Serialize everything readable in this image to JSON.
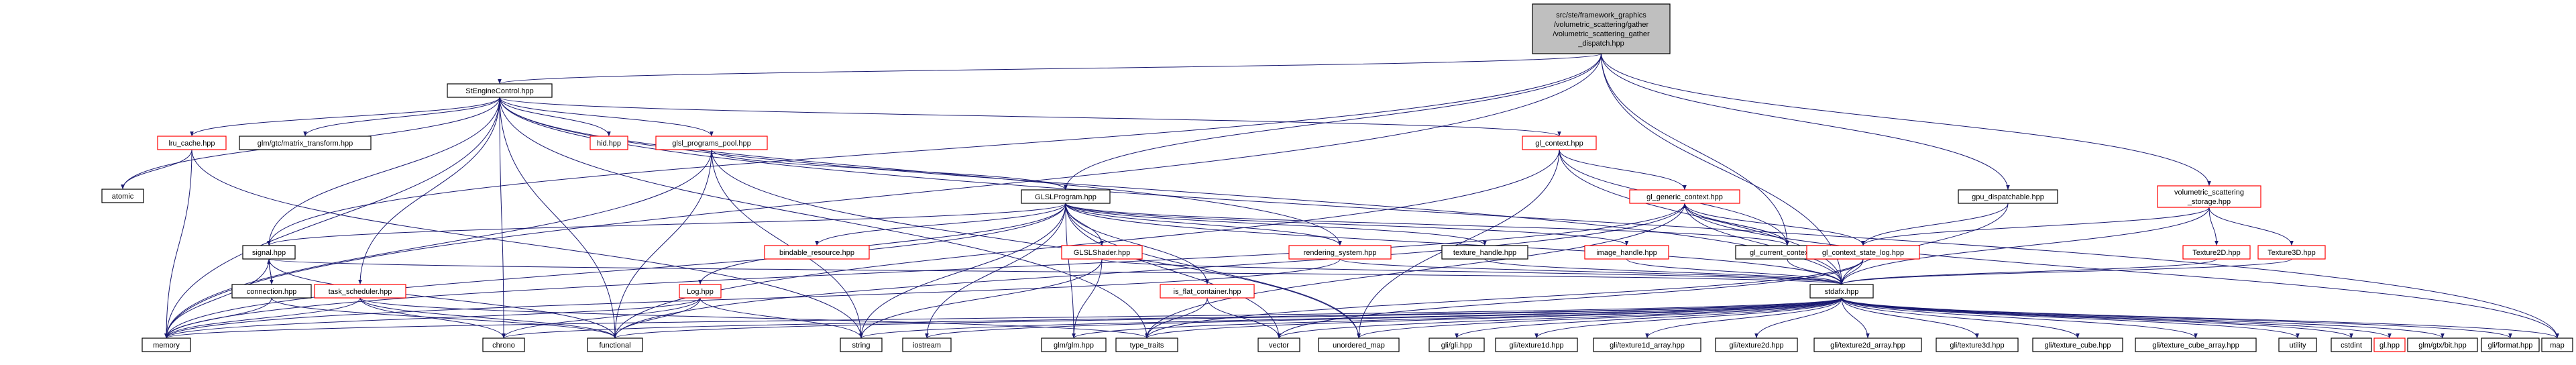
{
  "colors": {
    "edge": "#191970",
    "node_border_black": "#000000",
    "node_border_red": "#ff0000",
    "root_fill": "#bfbfbf",
    "node_fill": "#ffffff"
  },
  "nodes": [
    {
      "id": "root",
      "lines": [
        "src/ste/framework_graphics",
        "/volumetric_scattering/gather",
        "/volumetric_scattering_gather",
        "_dispatch.hpp"
      ],
      "style": "root"
    },
    {
      "id": "StEngineControl",
      "lines": [
        "StEngineControl.hpp"
      ],
      "style": "black"
    },
    {
      "id": "lru_cache",
      "lines": [
        "lru_cache.hpp"
      ],
      "style": "red"
    },
    {
      "id": "glm_matrix_transform",
      "lines": [
        "glm/gtc/matrix_transform.hpp"
      ],
      "style": "black"
    },
    {
      "id": "hid",
      "lines": [
        "hid.hpp"
      ],
      "style": "red"
    },
    {
      "id": "glsl_programs_pool",
      "lines": [
        "glsl_programs_pool.hpp"
      ],
      "style": "red"
    },
    {
      "id": "gl_context",
      "lines": [
        "gl_context.hpp"
      ],
      "style": "red"
    },
    {
      "id": "atomic",
      "lines": [
        "atomic"
      ],
      "style": "black"
    },
    {
      "id": "GLSLProgram",
      "lines": [
        "GLSLProgram.hpp"
      ],
      "style": "black"
    },
    {
      "id": "gl_generic_context",
      "lines": [
        "gl_generic_context.hpp"
      ],
      "style": "red"
    },
    {
      "id": "gpu_dispatchable",
      "lines": [
        "gpu_dispatchable.hpp"
      ],
      "style": "black"
    },
    {
      "id": "volumetric_scattering_storage",
      "lines": [
        "volumetric_scattering",
        "_storage.hpp"
      ],
      "style": "red"
    },
    {
      "id": "signal",
      "lines": [
        "signal.hpp"
      ],
      "style": "black"
    },
    {
      "id": "bindable_resource",
      "lines": [
        "bindable_resource.hpp"
      ],
      "style": "red"
    },
    {
      "id": "GLSLShader",
      "lines": [
        "GLSLShader.hpp"
      ],
      "style": "red"
    },
    {
      "id": "rendering_system",
      "lines": [
        "rendering_system.hpp"
      ],
      "style": "red"
    },
    {
      "id": "texture_handle",
      "lines": [
        "texture_handle.hpp"
      ],
      "style": "black"
    },
    {
      "id": "image_handle",
      "lines": [
        "image_handle.hpp"
      ],
      "style": "red"
    },
    {
      "id": "gl_current_context",
      "lines": [
        "gl_current_context.hpp"
      ],
      "style": "black"
    },
    {
      "id": "gl_context_state_log",
      "lines": [
        "gl_context_state_log.hpp"
      ],
      "style": "red"
    },
    {
      "id": "Texture2D",
      "lines": [
        "Texture2D.hpp"
      ],
      "style": "red"
    },
    {
      "id": "Texture3D",
      "lines": [
        "Texture3D.hpp"
      ],
      "style": "red"
    },
    {
      "id": "connection",
      "lines": [
        "connection.hpp"
      ],
      "style": "black"
    },
    {
      "id": "task_scheduler",
      "lines": [
        "task_scheduler.hpp"
      ],
      "style": "red"
    },
    {
      "id": "Log",
      "lines": [
        "Log.hpp"
      ],
      "style": "red"
    },
    {
      "id": "is_flat_container",
      "lines": [
        "is_flat_container.hpp"
      ],
      "style": "red"
    },
    {
      "id": "stdafx",
      "lines": [
        "stdafx.hpp"
      ],
      "style": "black"
    },
    {
      "id": "memory",
      "lines": [
        "memory"
      ],
      "style": "black"
    },
    {
      "id": "chrono",
      "lines": [
        "chrono"
      ],
      "style": "black"
    },
    {
      "id": "functional",
      "lines": [
        "functional"
      ],
      "style": "black"
    },
    {
      "id": "string",
      "lines": [
        "string"
      ],
      "style": "black"
    },
    {
      "id": "iostream",
      "lines": [
        "iostream"
      ],
      "style": "black"
    },
    {
      "id": "glm_glm",
      "lines": [
        "glm/glm.hpp"
      ],
      "style": "black"
    },
    {
      "id": "type_traits",
      "lines": [
        "type_traits"
      ],
      "style": "black"
    },
    {
      "id": "vector",
      "lines": [
        "vector"
      ],
      "style": "black"
    },
    {
      "id": "unordered_map",
      "lines": [
        "unordered_map"
      ],
      "style": "black"
    },
    {
      "id": "gl_gl",
      "lines": [
        "gli/gli.hpp"
      ],
      "style": "black"
    },
    {
      "id": "gli_texture1d",
      "lines": [
        "gli/texture1d.hpp"
      ],
      "style": "black"
    },
    {
      "id": "gli_texture1d_array",
      "lines": [
        "gli/texture1d_array.hpp"
      ],
      "style": "black"
    },
    {
      "id": "gli_texture2d",
      "lines": [
        "gli/texture2d.hpp"
      ],
      "style": "black"
    },
    {
      "id": "gli_texture2d_array",
      "lines": [
        "gli/texture2d_array.hpp"
      ],
      "style": "black"
    },
    {
      "id": "gli_texture3d",
      "lines": [
        "gli/texture3d.hpp"
      ],
      "style": "black"
    },
    {
      "id": "gli_texture_cube",
      "lines": [
        "gli/texture_cube.hpp"
      ],
      "style": "black"
    },
    {
      "id": "gli_texture_cube_array",
      "lines": [
        "gli/texture_cube_array.hpp"
      ],
      "style": "black"
    },
    {
      "id": "utility",
      "lines": [
        "utility"
      ],
      "style": "black"
    },
    {
      "id": "cstdint",
      "lines": [
        "cstdint"
      ],
      "style": "black"
    },
    {
      "id": "gl_hpp",
      "lines": [
        "gl.hpp"
      ],
      "style": "red"
    },
    {
      "id": "glm_gtx_bit",
      "lines": [
        "glm/gtx/bit.hpp"
      ],
      "style": "black"
    },
    {
      "id": "gli_format",
      "lines": [
        "gli/format.hpp"
      ],
      "style": "black"
    },
    {
      "id": "map",
      "lines": [
        "map"
      ],
      "style": "black"
    }
  ],
  "edges": [
    [
      "root",
      "StEngineControl"
    ],
    [
      "root",
      "GLSLProgram"
    ],
    [
      "root",
      "gpu_dispatchable"
    ],
    [
      "root",
      "volumetric_scattering_storage"
    ],
    [
      "root",
      "gl_current_context"
    ],
    [
      "root",
      "memory"
    ],
    [
      "root",
      "stdafx"
    ],
    [
      "root",
      "signal"
    ],
    [
      "StEngineControl",
      "lru_cache"
    ],
    [
      "StEngineControl",
      "glm_matrix_transform"
    ],
    [
      "StEngineControl",
      "hid"
    ],
    [
      "StEngineControl",
      "glsl_programs_pool"
    ],
    [
      "StEngineControl",
      "gl_context"
    ],
    [
      "StEngineControl",
      "atomic"
    ],
    [
      "StEngineControl",
      "signal"
    ],
    [
      "StEngineControl",
      "task_scheduler"
    ],
    [
      "StEngineControl",
      "chrono"
    ],
    [
      "StEngineControl",
      "functional"
    ],
    [
      "StEngineControl",
      "memory"
    ],
    [
      "StEngineControl",
      "rendering_system"
    ],
    [
      "StEngineControl",
      "type_traits"
    ],
    [
      "StEngineControl",
      "map"
    ],
    [
      "StEngineControl",
      "stdafx"
    ],
    [
      "lru_cache",
      "atomic"
    ],
    [
      "lru_cache",
      "memory"
    ],
    [
      "lru_cache",
      "string"
    ],
    [
      "glsl_programs_pool",
      "GLSLProgram"
    ],
    [
      "glsl_programs_pool",
      "memory"
    ],
    [
      "glsl_programs_pool",
      "string"
    ],
    [
      "glsl_programs_pool",
      "functional"
    ],
    [
      "glsl_programs_pool",
      "unordered_map"
    ],
    [
      "gl_context",
      "gl_generic_context"
    ],
    [
      "gl_context",
      "gl_current_context"
    ],
    [
      "gl_context",
      "stdafx"
    ],
    [
      "gl_context",
      "functional"
    ],
    [
      "gl_context",
      "unordered_map"
    ],
    [
      "GLSLProgram",
      "signal"
    ],
    [
      "GLSLProgram",
      "bindable_resource"
    ],
    [
      "GLSLProgram",
      "GLSLShader"
    ],
    [
      "GLSLProgram",
      "rendering_system"
    ],
    [
      "GLSLProgram",
      "texture_handle"
    ],
    [
      "GLSLProgram",
      "image_handle"
    ],
    [
      "GLSLProgram",
      "gl_current_context"
    ],
    [
      "GLSLProgram",
      "Log"
    ],
    [
      "GLSLProgram",
      "is_flat_container"
    ],
    [
      "GLSLProgram",
      "stdafx"
    ],
    [
      "GLSLProgram",
      "string"
    ],
    [
      "GLSLProgram",
      "iostream"
    ],
    [
      "GLSLProgram",
      "glm_glm"
    ],
    [
      "GLSLProgram",
      "vector"
    ],
    [
      "GLSLProgram",
      "memory"
    ],
    [
      "GLSLProgram",
      "unordered_map"
    ],
    [
      "gl_generic_context",
      "gl_current_context"
    ],
    [
      "gl_generic_context",
      "gl_context_state_log"
    ],
    [
      "gl_generic_context",
      "stdafx"
    ],
    [
      "gl_generic_context",
      "functional"
    ],
    [
      "gl_generic_context",
      "type_traits"
    ],
    [
      "gl_generic_context",
      "map"
    ],
    [
      "gl_generic_context",
      "memory"
    ],
    [
      "gpu_dispatchable",
      "gl_context_state_log"
    ],
    [
      "gpu_dispatchable",
      "stdafx"
    ],
    [
      "volumetric_scattering_storage",
      "Texture2D"
    ],
    [
      "volumetric_scattering_storage",
      "Texture3D"
    ],
    [
      "volumetric_scattering_storage",
      "stdafx"
    ],
    [
      "volumetric_scattering_storage",
      "gl_context_state_log"
    ],
    [
      "signal",
      "connection"
    ],
    [
      "signal",
      "memory"
    ],
    [
      "signal",
      "functional"
    ],
    [
      "signal",
      "stdafx"
    ],
    [
      "connection",
      "signal"
    ],
    [
      "connection",
      "memory"
    ],
    [
      "connection",
      "functional"
    ],
    [
      "GLSLShader",
      "stdafx"
    ],
    [
      "GLSLShader",
      "string"
    ],
    [
      "GLSLShader",
      "glm_glm"
    ],
    [
      "rendering_system",
      "stdafx"
    ],
    [
      "rendering_system",
      "memory"
    ],
    [
      "texture_handle",
      "stdafx"
    ],
    [
      "image_handle",
      "stdafx"
    ],
    [
      "gl_current_context",
      "gl_generic_context"
    ],
    [
      "gl_current_context",
      "stdafx"
    ],
    [
      "gl_context_state_log",
      "stdafx"
    ],
    [
      "gl_context_state_log",
      "type_traits"
    ],
    [
      "gl_context_state_log",
      "vector"
    ],
    [
      "Texture2D",
      "stdafx"
    ],
    [
      "Texture3D",
      "stdafx"
    ],
    [
      "task_scheduler",
      "memory"
    ],
    [
      "task_scheduler",
      "chrono"
    ],
    [
      "task_scheduler",
      "type_traits"
    ],
    [
      "task_scheduler",
      "functional"
    ],
    [
      "Log",
      "memory"
    ],
    [
      "Log",
      "string"
    ],
    [
      "Log",
      "chrono"
    ],
    [
      "Log",
      "functional"
    ],
    [
      "is_flat_container",
      "type_traits"
    ],
    [
      "is_flat_container",
      "vector"
    ],
    [
      "stdafx",
      "memory"
    ],
    [
      "stdafx",
      "functional"
    ],
    [
      "stdafx",
      "string"
    ],
    [
      "stdafx",
      "iostream"
    ],
    [
      "stdafx",
      "glm_glm"
    ],
    [
      "stdafx",
      "type_traits"
    ],
    [
      "stdafx",
      "vector"
    ],
    [
      "stdafx",
      "unordered_map"
    ],
    [
      "stdafx",
      "gl_gl"
    ],
    [
      "stdafx",
      "gli_texture1d"
    ],
    [
      "stdafx",
      "gli_texture1d_array"
    ],
    [
      "stdafx",
      "gli_texture2d"
    ],
    [
      "stdafx",
      "gli_texture2d_array"
    ],
    [
      "stdafx",
      "gli_texture3d"
    ],
    [
      "stdafx",
      "gli_texture_cube"
    ],
    [
      "stdafx",
      "gli_texture_cube_array"
    ],
    [
      "stdafx",
      "utility"
    ],
    [
      "stdafx",
      "cstdint"
    ],
    [
      "stdafx",
      "gl_hpp"
    ],
    [
      "stdafx",
      "glm_gtx_bit"
    ],
    [
      "stdafx",
      "gli_format"
    ],
    [
      "stdafx",
      "map"
    ],
    [
      "stdafx",
      "chrono"
    ]
  ]
}
